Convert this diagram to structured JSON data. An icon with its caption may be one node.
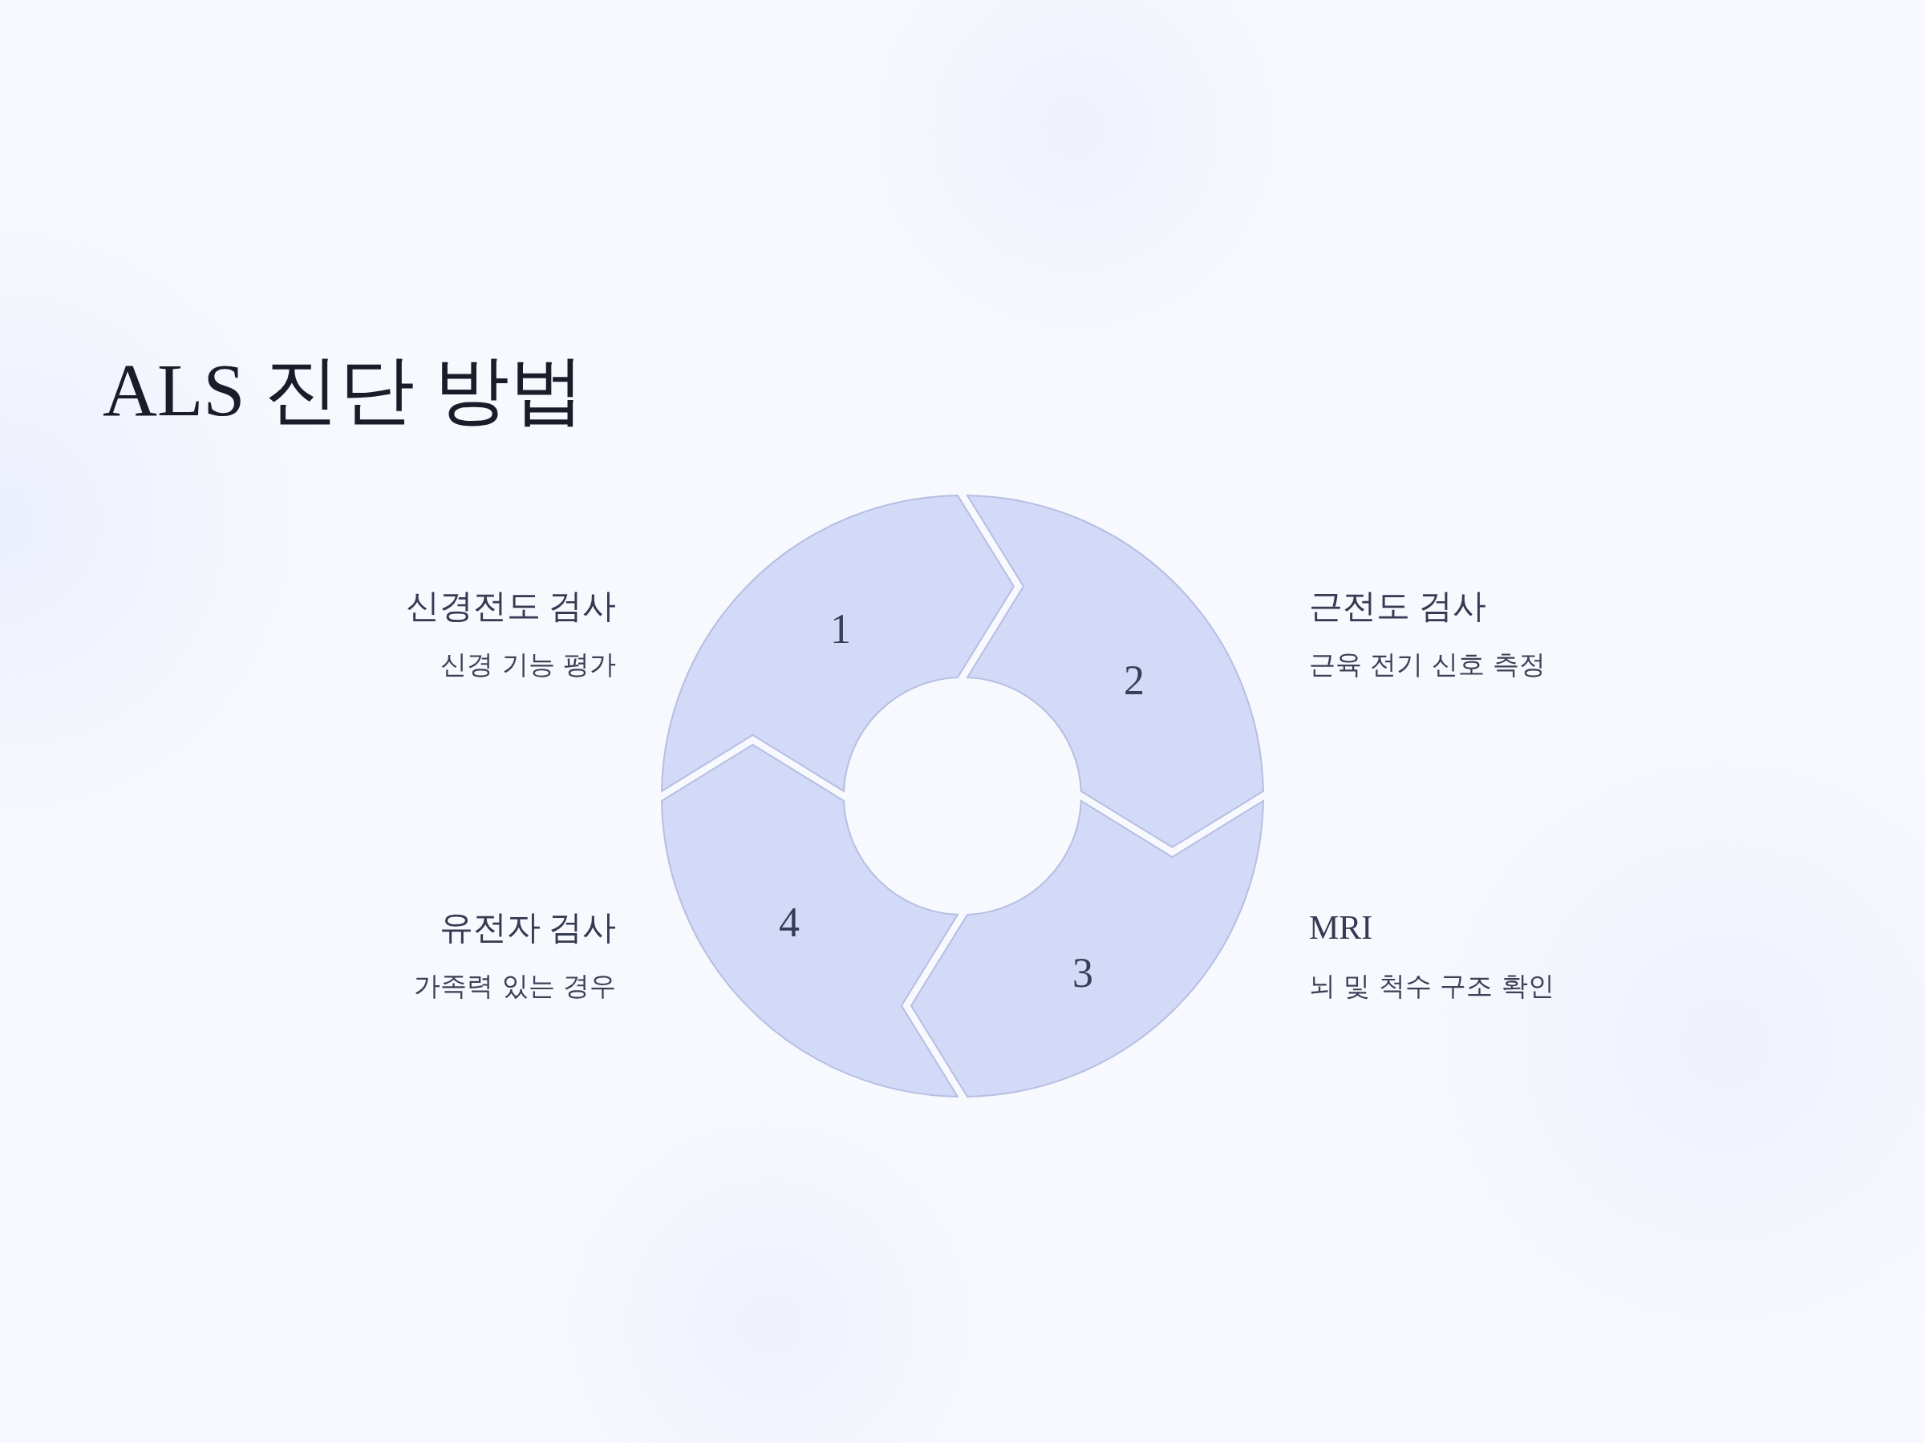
{
  "diagram": {
    "title": "ALS 진단 방법",
    "nodes": [
      {
        "text": [
          "1"
        ],
        "beside": [
          "신경전도 검사",
          "신경 기능 평가"
        ]
      },
      {
        "text": [
          "2"
        ],
        "beside": [
          "근전도 검사",
          "근육 전기 신호 측정"
        ]
      },
      {
        "text": [
          "3"
        ],
        "beside": [
          "MRI",
          "뇌 및 척수 구조 확인"
        ]
      },
      {
        "text": [
          "4"
        ],
        "beside": [
          "유전자 검사",
          "가족력 있는 경우"
        ]
      }
    ]
  }
}
